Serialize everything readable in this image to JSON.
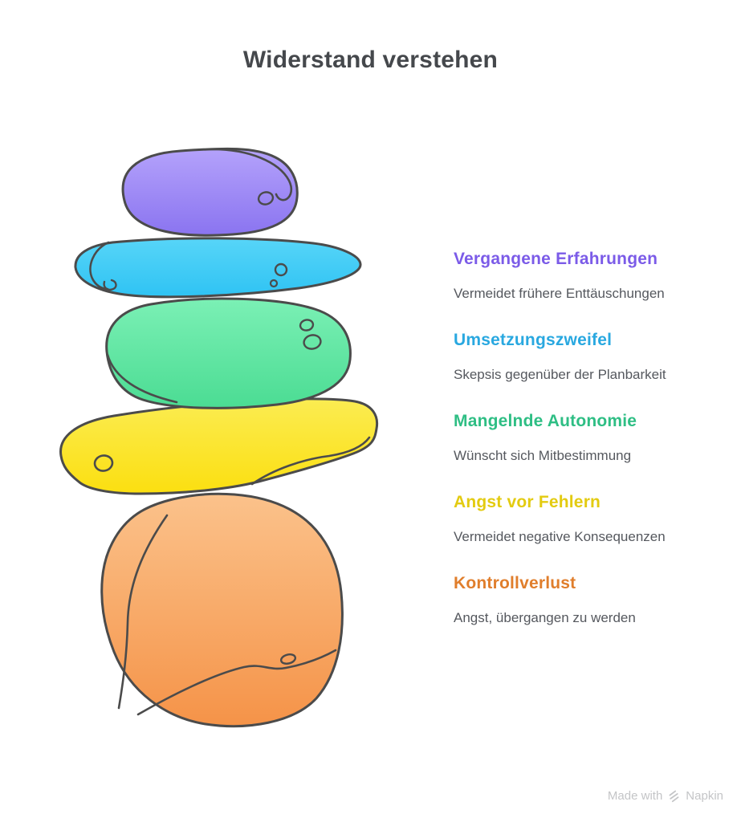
{
  "title": "Widerstand verstehen",
  "items": [
    {
      "label": "Vergangene Erfahrungen",
      "description": "Vermeidet frühere Enttäuschungen",
      "color": "#7B5BE8"
    },
    {
      "label": "Umsetzungszweifel",
      "description": "Skepsis gegenüber der Planbarkeit",
      "color": "#29A8E0"
    },
    {
      "label": "Mangelnde Autonomie",
      "description": "Wünscht sich Mitbestimmung",
      "color": "#2EBE84"
    },
    {
      "label": "Angst vor Fehlern",
      "description": "Vermeidet negative Konsequenzen",
      "color": "#E3CB11"
    },
    {
      "label": "Kontrollverlust",
      "description": "Angst, übergangen zu werden",
      "color": "#E07E2C"
    }
  ],
  "stones": [
    {
      "name": "vergangene-erfahrungen",
      "color_top": "#B4A2FB",
      "color_bottom": "#8A74F0"
    },
    {
      "name": "umsetzungszweifel",
      "color_top": "#57D5F8",
      "color_bottom": "#2FC3F3"
    },
    {
      "name": "mangelnde-autonomie",
      "color_top": "#7BF0B5",
      "color_bottom": "#4BDC93"
    },
    {
      "name": "angst-vor-fehlern",
      "color_top": "#FBEC52",
      "color_bottom": "#FBDF10"
    },
    {
      "name": "kontrollverlust",
      "color_top": "#FBC28B",
      "color_bottom": "#F59348"
    }
  ],
  "styles": {
    "outline_color": "#4B4B4B",
    "title_color": "#45484C",
    "description_color": "#55585E",
    "footer_color": "#C4C5C7",
    "background": "#FFFFFF"
  },
  "footer": {
    "made_with": "Made with",
    "brand": "Napkin"
  }
}
